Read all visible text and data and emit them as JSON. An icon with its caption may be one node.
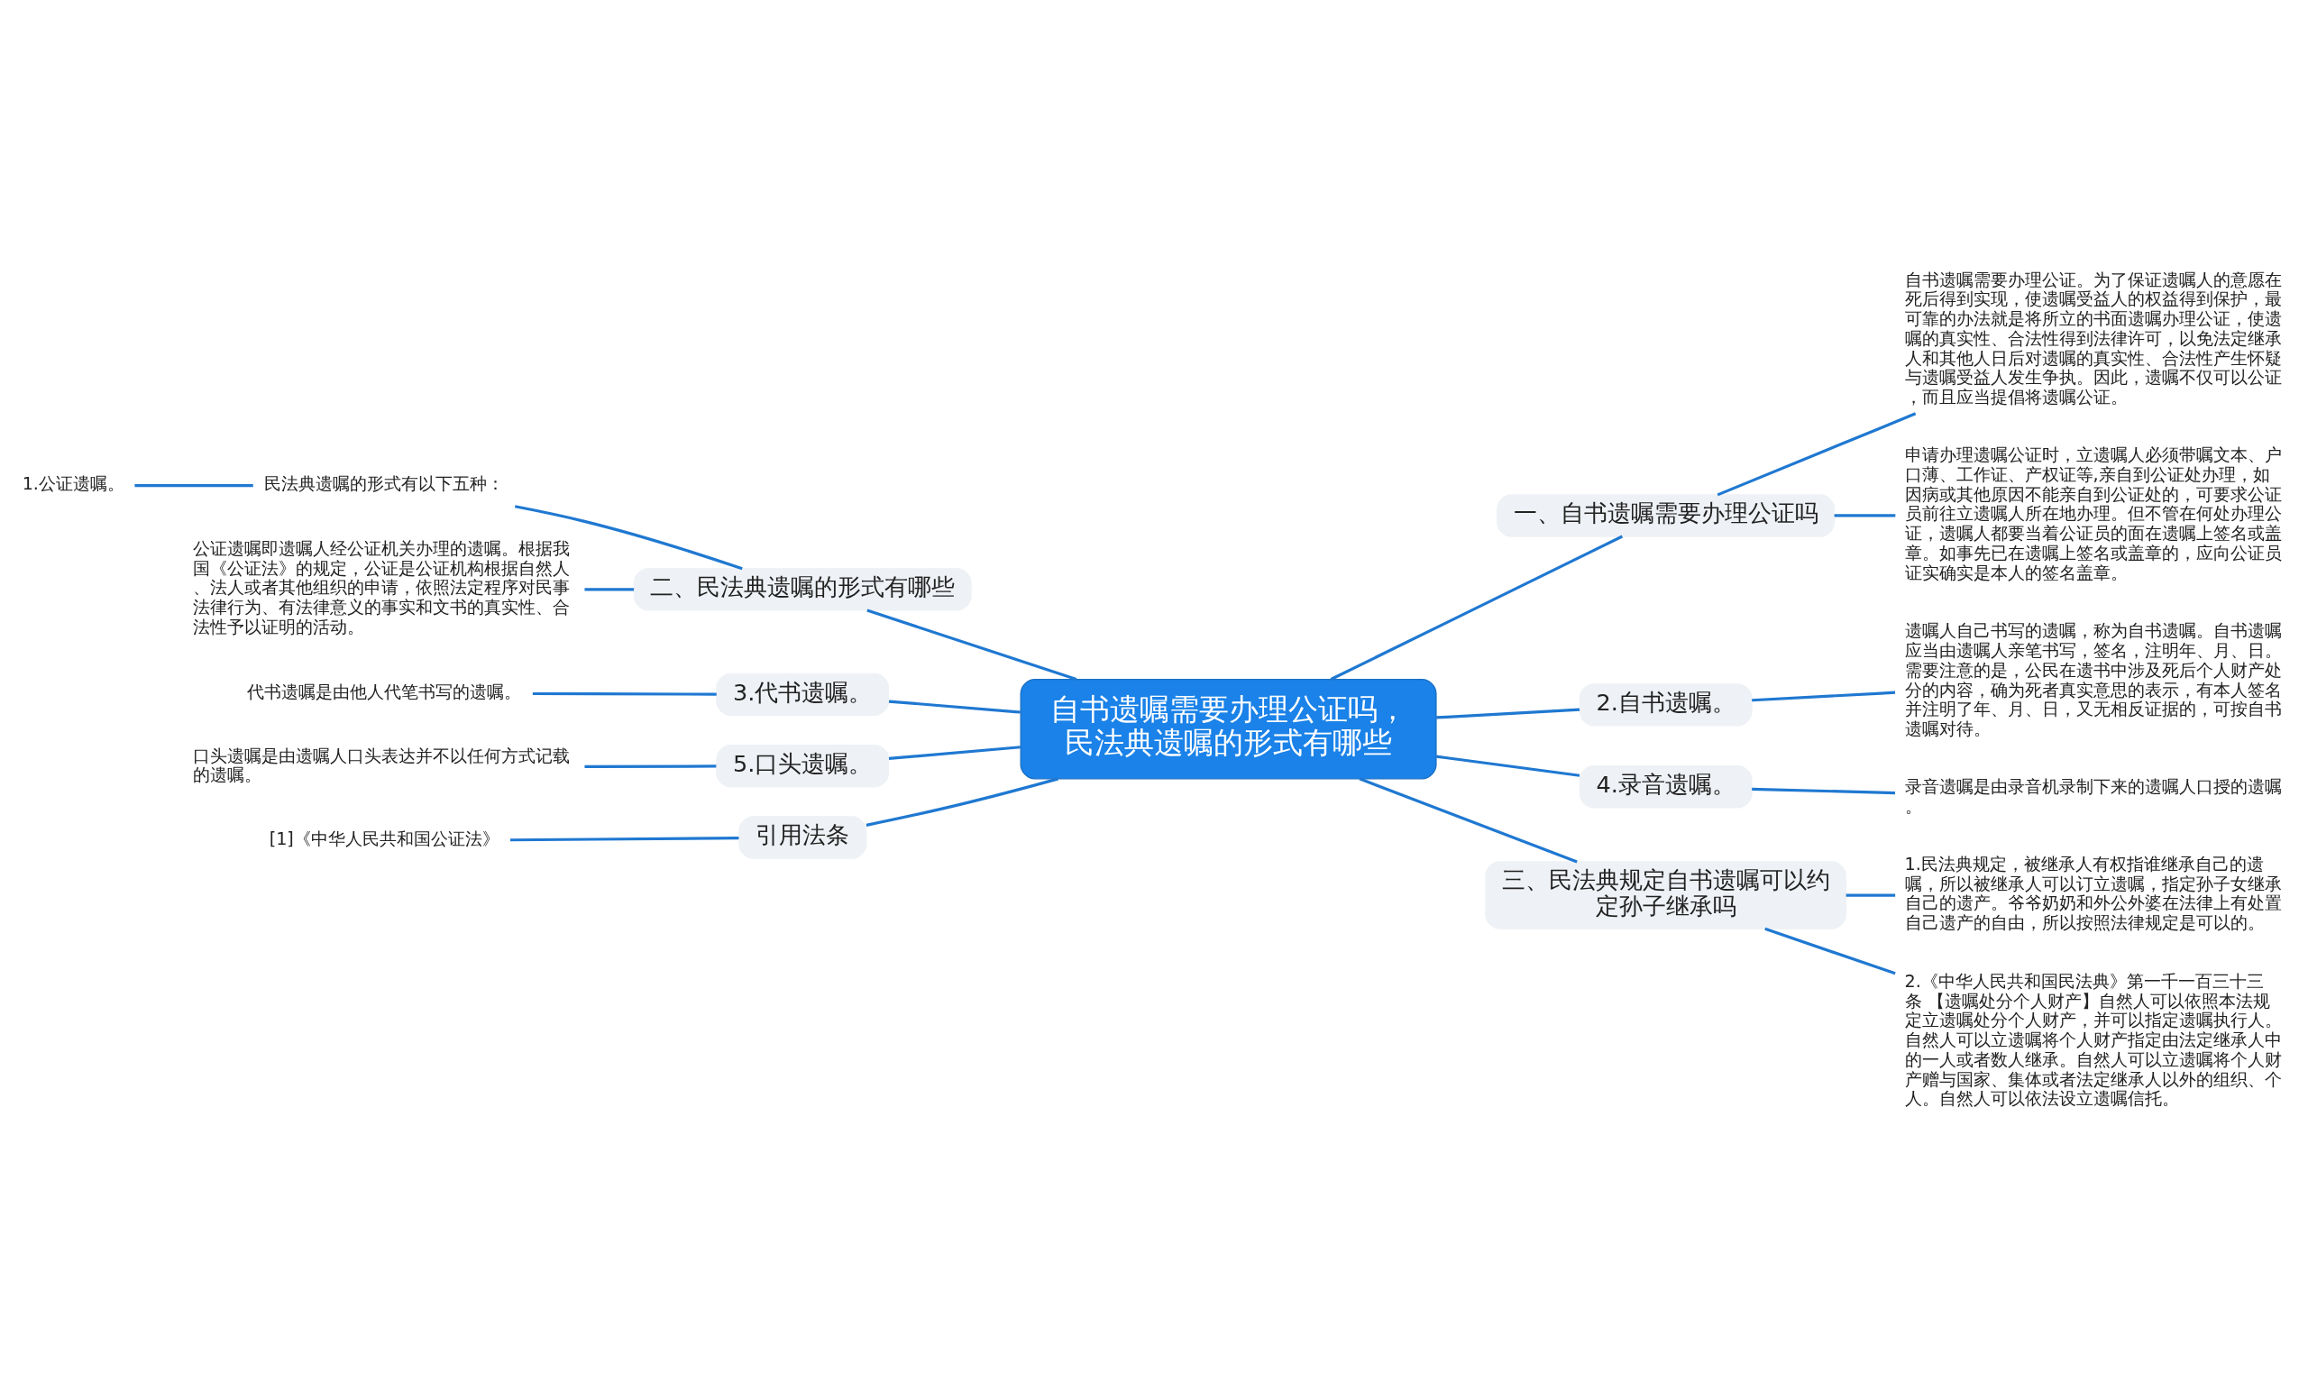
{
  "diagram": {
    "nodes": [
      {
        "text": [
          "自书遗嘱需要办理公证吗，民法典遗嘱的形式有哪些"
        ]
      },
      {
        "text": [
          "一、自书遗嘱需要办理公证吗"
        ]
      },
      {
        "text": [
          "自书遗嘱需要办理公证。为了保证遗嘱人的意愿在死后得到实现，使遗嘱受益人的权益得到保护，最可靠的办法就是将所立的书面遗嘱办理公证，使遗嘱的真实性、合法性得到法律许可，以免法定继承人和其他人日后对遗嘱的真实性、合法性产生怀疑与遗嘱受益人发生争执。因此，遗嘱不仅可以公证，而且应当提倡将遗嘱公证。"
        ]
      },
      {
        "text": [
          "申请办理遗嘱公证时，立遗嘱人必须带嘱文本、户口薄、工作证、产权证等,亲自到公证处办理，如因病或其他原因不能亲自到公证处的，可要求公证员前往立遗嘱人所在地办理。但不管在何处办理公证，遗嘱人都要当着公证员的面在遗嘱上签名或盖章。如事先已在遗嘱上签名或盖章的，应向公证员证实确实是本人的签名盖章。"
        ]
      },
      {
        "text": [
          "2.自书遗嘱。"
        ]
      },
      {
        "text": [
          "遗嘱人自己书写的遗嘱，称为自书遗嘱。自书遗嘱应当由遗嘱人亲笔书写，签名，注明年、月、日。需要注意的是，公民在遗书中涉及死后个人财产处分的内容，确为死者真实意思的表示，有本人签名并注明了年、月、日，又无相反证据的，可按自书遗嘱对待。"
        ]
      },
      {
        "text": [
          "4.录音遗嘱。"
        ]
      },
      {
        "text": [
          "录音遗嘱是由录音机录制下来的遗嘱人口授的遗嘱。"
        ]
      },
      {
        "text": [
          "三、民法典规定自书遗嘱可以约定孙子继承吗"
        ]
      },
      {
        "text": [
          "1.民法典规定，被继承人有权指谁继承自己的遗嘱，所以被继承人可以订立遗嘱，指定孙子女继承自己的遗产。爷爷奶奶和外公外婆在法律上有处置自己遗产的自由，所以按照法律规定是可以的。"
        ]
      },
      {
        "text": [
          "2.《中华人民共和国民法典》第一千一百三十三条 【遗嘱处分个人财产】自然人可以依照本法规定立遗嘱处分个人财产，并可以指定遗嘱执行人。自然人可以立遗嘱将个人财产指定由法定继承人中的一人或者数人继承。自然人可以立遗嘱将个人财产赠与国家、集体或者法定继承人以外的组织、个人。自然人可以依法设立遗嘱信托。"
        ]
      },
      {
        "text": [
          "二、民法典遗嘱的形式有哪些"
        ]
      },
      {
        "text": [
          "民法典遗嘱的形式有以下五种："
        ]
      },
      {
        "text": [
          "1.公证遗嘱。"
        ]
      },
      {
        "text": [
          "公证遗嘱即遗嘱人经公证机关办理的遗嘱。根据我国《公证法》的规定，公证是公证机构根据自然人、法人或者其他组织的申请，依照法定程序对民事法律行为、有法律意义的事实和文书的真实性、合法性予以证明的活动。"
        ]
      },
      {
        "text": [
          "3.代书遗嘱。"
        ]
      },
      {
        "text": [
          "代书遗嘱是由他人代笔书写的遗嘱。"
        ]
      },
      {
        "text": [
          "5.口头遗嘱。"
        ]
      },
      {
        "text": [
          "口头遗嘱是由遗嘱人口头表达并不以任何方式记载的遗嘱。"
        ]
      },
      {
        "text": [
          "引用法条"
        ]
      },
      {
        "text": [
          "[1]《中华人民共和国公证法》"
        ]
      }
    ],
    "edges": [
      {
        "from": 0,
        "to": 1,
        "arrow": "none"
      },
      {
        "from": 1,
        "to": 2,
        "arrow": "none"
      },
      {
        "from": 1,
        "to": 3,
        "arrow": "none"
      },
      {
        "from": 0,
        "to": 4,
        "arrow": "none"
      },
      {
        "from": 4,
        "to": 5,
        "arrow": "none"
      },
      {
        "from": 0,
        "to": 6,
        "arrow": "none"
      },
      {
        "from": 6,
        "to": 7,
        "arrow": "none"
      },
      {
        "from": 0,
        "to": 8,
        "arrow": "none"
      },
      {
        "from": 8,
        "to": 9,
        "arrow": "none"
      },
      {
        "from": 8,
        "to": 10,
        "arrow": "none"
      },
      {
        "from": 11,
        "to": 0,
        "arrow": "none"
      },
      {
        "from": 12,
        "to": 11,
        "arrow": "none"
      },
      {
        "from": 13,
        "to": 12,
        "arrow": "none"
      },
      {
        "from": 14,
        "to": 11,
        "arrow": "none"
      },
      {
        "from": 15,
        "to": 0,
        "arrow": "none"
      },
      {
        "from": 16,
        "to": 15,
        "arrow": "none"
      },
      {
        "from": 17,
        "to": 0,
        "arrow": "none"
      },
      {
        "from": 18,
        "to": 17,
        "arrow": "none"
      },
      {
        "from": 19,
        "to": 0,
        "arrow": "none"
      },
      {
        "from": 20,
        "to": 19,
        "arrow": "none"
      }
    ]
  }
}
